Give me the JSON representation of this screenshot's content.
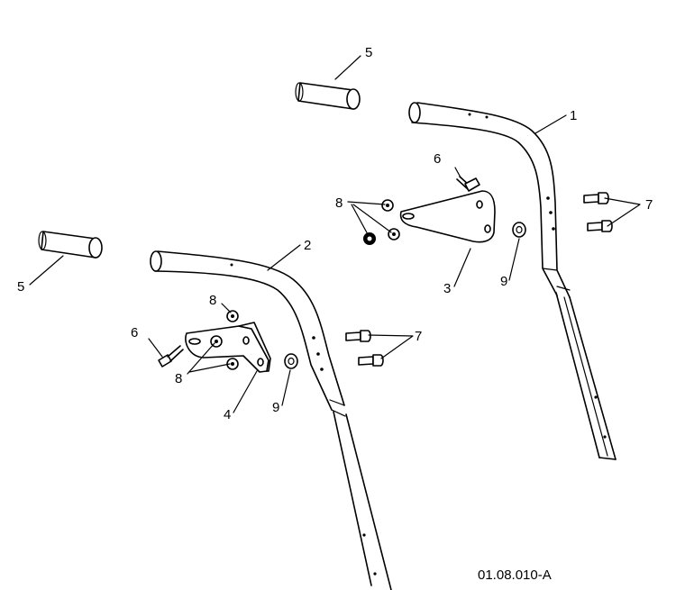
{
  "callouts": {
    "handle_right": "1",
    "handle_left": "2",
    "bracket_right": "3",
    "bracket_left": "4",
    "grip_top": "5",
    "grip_left": "5",
    "bolt_right": "6",
    "bolt_left": "6",
    "screws_right": "7",
    "screws_left": "7",
    "washers_right": "8",
    "washer_left_top": "8",
    "washers_left_bottom": "8",
    "spacer_right": "9",
    "spacer_left": "9"
  },
  "drawing_code": "01.08.010-A"
}
